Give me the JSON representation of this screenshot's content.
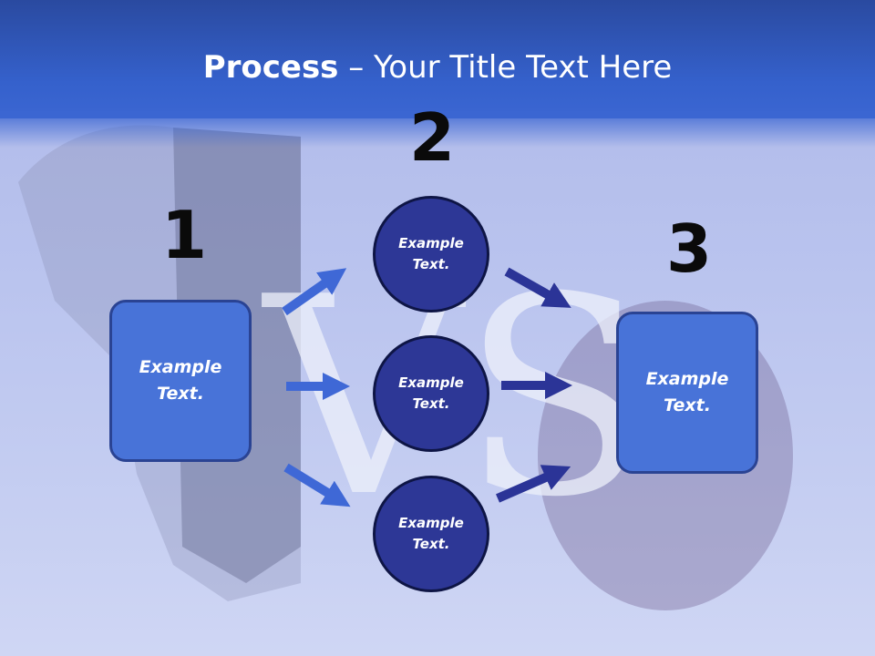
{
  "slide": {
    "title_bold": "Process",
    "title_rest": " – Your Title Text Here"
  },
  "steps": {
    "step1": {
      "number": "1",
      "box_text_line1": "Example",
      "box_text_line2": "Text."
    },
    "step2": {
      "number": "2",
      "circles": [
        {
          "line1": "Example",
          "line2": "Text."
        },
        {
          "line1": "Example",
          "line2": "Text."
        },
        {
          "line1": "Example",
          "line2": "Text."
        }
      ]
    },
    "step3": {
      "number": "3",
      "box_text_line1": "Example",
      "box_text_line2": "Text."
    }
  },
  "background_watermark": "VS",
  "colors": {
    "header": "#3561cc",
    "box_fill": "#4873d8",
    "circle_fill": "#2d3796",
    "arrow_light": "#3f68d6",
    "arrow_dark": "#2b3497"
  }
}
